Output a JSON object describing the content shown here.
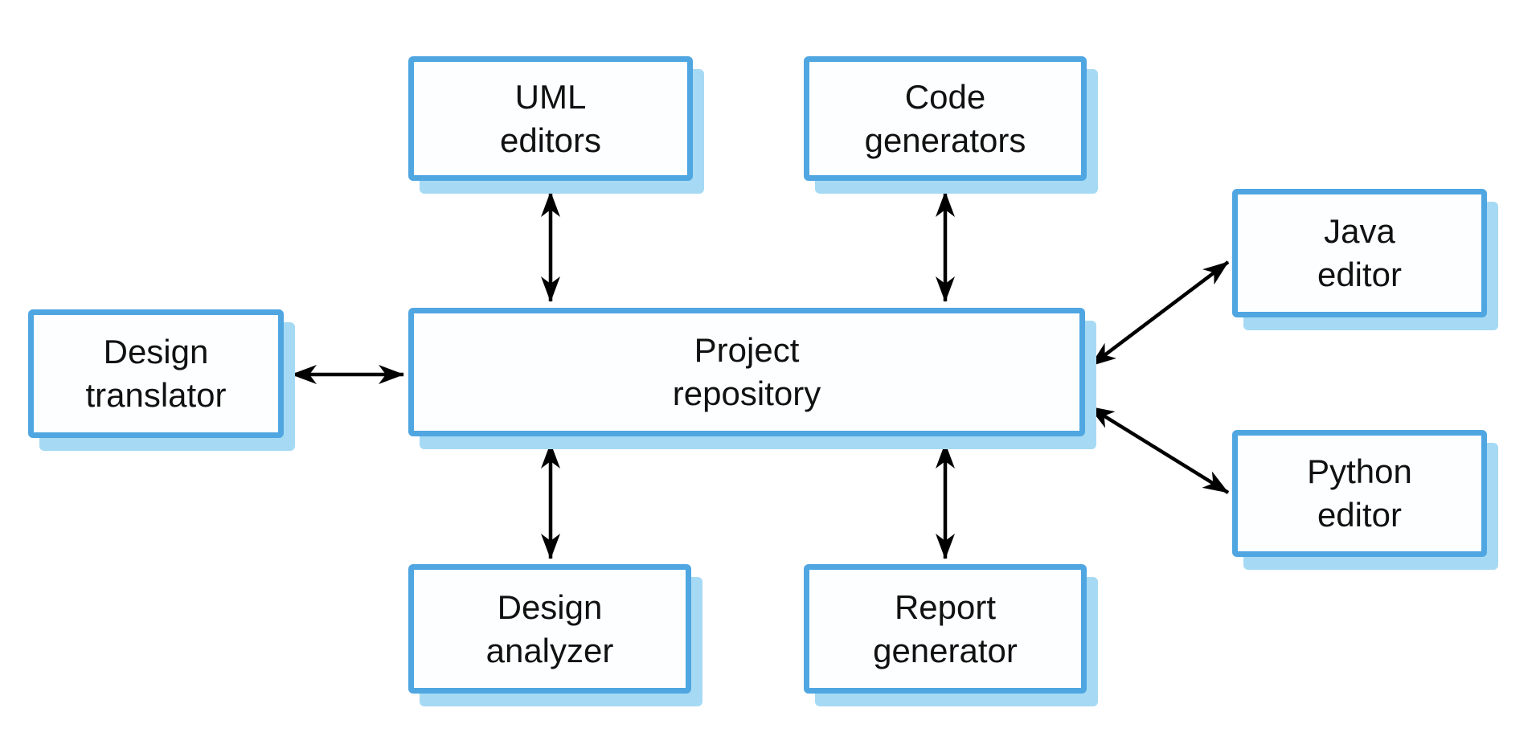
{
  "diagram": {
    "type": "block-diagram",
    "nodes": {
      "uml_editors": {
        "label": "UML\neditors"
      },
      "code_generators": {
        "label": "Code\ngenerators"
      },
      "java_editor": {
        "label": "Java\neditor"
      },
      "python_editor": {
        "label": "Python\neditor"
      },
      "design_translator": {
        "label": "Design\ntranslator"
      },
      "project_repository": {
        "label": "Project\nrepository"
      },
      "design_analyzer": {
        "label": "Design\nanalyzer"
      },
      "report_generator": {
        "label": "Report\ngenerator"
      }
    },
    "edges": [
      {
        "from": "uml_editors",
        "to": "project_repository",
        "direction": "bidirectional"
      },
      {
        "from": "code_generators",
        "to": "project_repository",
        "direction": "bidirectional"
      },
      {
        "from": "design_translator",
        "to": "project_repository",
        "direction": "bidirectional"
      },
      {
        "from": "design_analyzer",
        "to": "project_repository",
        "direction": "bidirectional"
      },
      {
        "from": "report_generator",
        "to": "project_repository",
        "direction": "bidirectional"
      },
      {
        "from": "java_editor",
        "to": "project_repository",
        "direction": "bidirectional"
      },
      {
        "from": "python_editor",
        "to": "project_repository",
        "direction": "bidirectional"
      }
    ],
    "colors": {
      "box_border": "#4FA6E1",
      "box_shadow": "#A6DAF4",
      "box_fill": "#FDFEFF",
      "arrow": "#000000",
      "text": "#111111",
      "page_bg": "#FFFFFF"
    }
  }
}
